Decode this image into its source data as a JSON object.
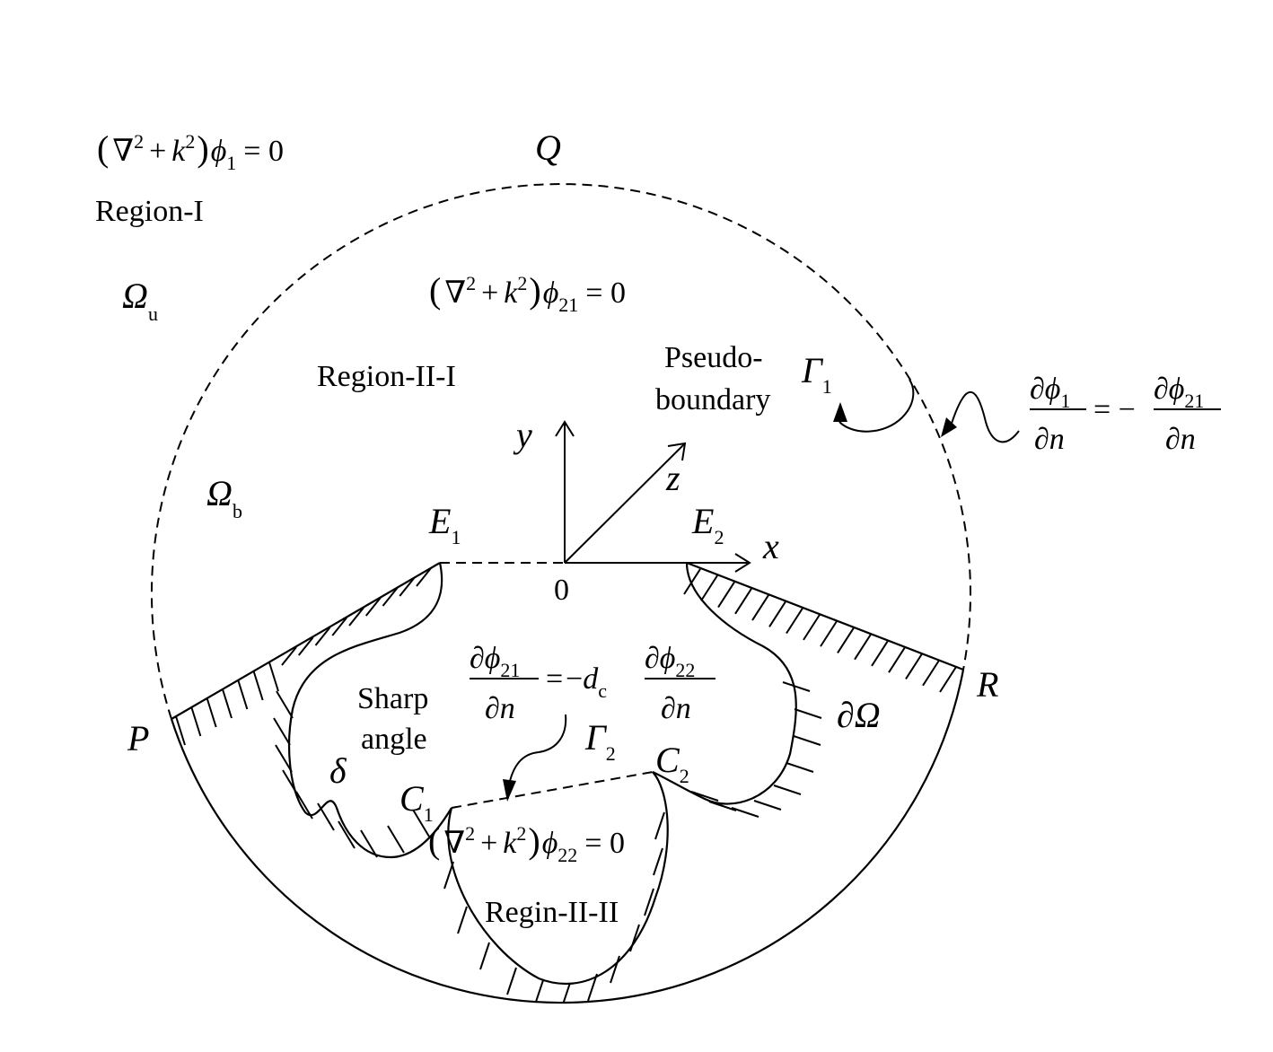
{
  "equations": {
    "region1": {
      "lp": "(",
      "nabla": "∇",
      "sup1": "2",
      "plus": "+",
      "k": "k",
      "sup2": "2",
      "rp": ")",
      "phi": "ϕ",
      "sub": "1",
      "rhs": "= 0"
    },
    "region21": {
      "lp": "(",
      "nabla": "∇",
      "sup1": "2",
      "plus": "+",
      "k": "k",
      "sup2": "2",
      "rp": ")",
      "phi": "ϕ",
      "sub": "21",
      "rhs": "= 0"
    },
    "region22": {
      "lp": "(",
      "nabla": "∇",
      "sup1": "2",
      "plus": "+",
      "k": "k",
      "sup2": "2",
      "rp": ")",
      "phi": "ϕ",
      "sub": "22",
      "rhs": "= 0"
    },
    "bc1": {
      "num_l": "∂ϕ",
      "num_l_sub": "1",
      "den_l": "∂n",
      "eq": "= −",
      "num_r": "∂ϕ",
      "num_r_sub": "21",
      "den_r": "∂n"
    },
    "bc2": {
      "num_l": "∂ϕ",
      "num_l_sub": "21",
      "den_l": "∂n",
      "eq": "= −d",
      "eq_sub": "c",
      "num_r": "∂ϕ",
      "num_r_sub": "22",
      "den_r": "∂n"
    }
  },
  "labels": {
    "region1": "Region-I",
    "region21": "Region-II-I",
    "region22": "Regin-II-II",
    "pseudo1": "Pseudo-",
    "pseudo2": "boundary",
    "sharp1": "Sharp",
    "sharp2": "angle",
    "omega": "Ω",
    "omega_u_sub": "u",
    "omega_b_sub": "b",
    "Q": "Q",
    "P": "P",
    "R": "R",
    "gamma": "Γ",
    "gamma1_sub": "1",
    "gamma2_sub": "2",
    "E": "E",
    "E1_sub": "1",
    "E2_sub": "2",
    "C": "C",
    "C1_sub": "1",
    "C2_sub": "2",
    "x": "x",
    "y": "y",
    "z": "z",
    "origin": "0",
    "delta": "δ",
    "dOmega": "∂Ω"
  }
}
